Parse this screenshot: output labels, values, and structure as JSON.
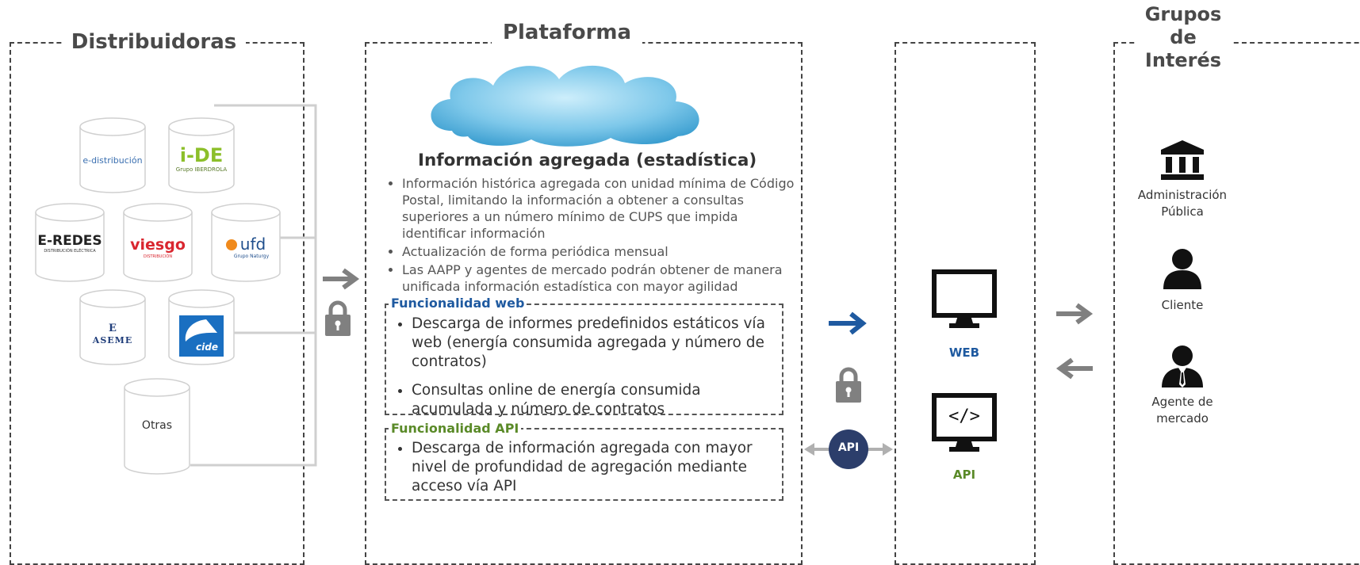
{
  "distribuidoras": {
    "title": "Distribuidoras",
    "logos": [
      {
        "name": "e-distribución"
      },
      {
        "name": "i-DE",
        "sub": "Grupo IBERDROLA"
      },
      {
        "name": "E-REDES",
        "sub": "DISTRIBUCIÓN ELÉCTRICA"
      },
      {
        "name": "viesgo",
        "sub": "DISTRIBUCIÓN"
      },
      {
        "name": "ufd",
        "sub": "Grupo Naturgy"
      },
      {
        "name": "ASEME"
      },
      {
        "name": "cide"
      },
      {
        "name": "Otras"
      }
    ]
  },
  "plataforma": {
    "title": "Plataforma",
    "heading": "Información agregada (estadística)",
    "bullets": [
      "Información histórica agregada con unidad mínima de Código Postal, limitando la información a obtener a consultas superiores a un número mínimo de CUPS que impida identificar información",
      "Actualización de forma periódica mensual",
      "Las AAPP y agentes de mercado podrán obtener de manera unificada información estadística con mayor agilidad"
    ],
    "web_section": {
      "title": "Funcionalidad web",
      "bullets": [
        "Descarga de informes predefinidos estáticos vía web (energía consumida agregada y número de contratos)",
        "Consultas online de energía consumida acumulada y número de contratos"
      ]
    },
    "api_section": {
      "title": "Funcionalidad API",
      "bullets": [
        "Descarga de información agregada con mayor nivel de profundidad de agregación mediante acceso vía API"
      ]
    }
  },
  "channels": {
    "web_label": "WEB",
    "api_label": "API",
    "api_badge": "API",
    "code_glyph": "</>"
  },
  "grupos": {
    "title": "Grupos de Interés",
    "title_lines": [
      "Grupos",
      "de",
      "Interés"
    ],
    "items": [
      {
        "label_lines": [
          "Administración",
          "Pública"
        ],
        "icon": "government-building-icon"
      },
      {
        "label_lines": [
          "Cliente"
        ],
        "icon": "person-icon"
      },
      {
        "label_lines": [
          "Agente de",
          "mercado"
        ],
        "icon": "business-person-icon"
      }
    ]
  },
  "colors": {
    "blue": "#1f5aa0",
    "green": "#5a8a28",
    "grey_arrow": "#808080",
    "api_badge": "#2c3e6b",
    "cloud": "#7ec8ea"
  }
}
